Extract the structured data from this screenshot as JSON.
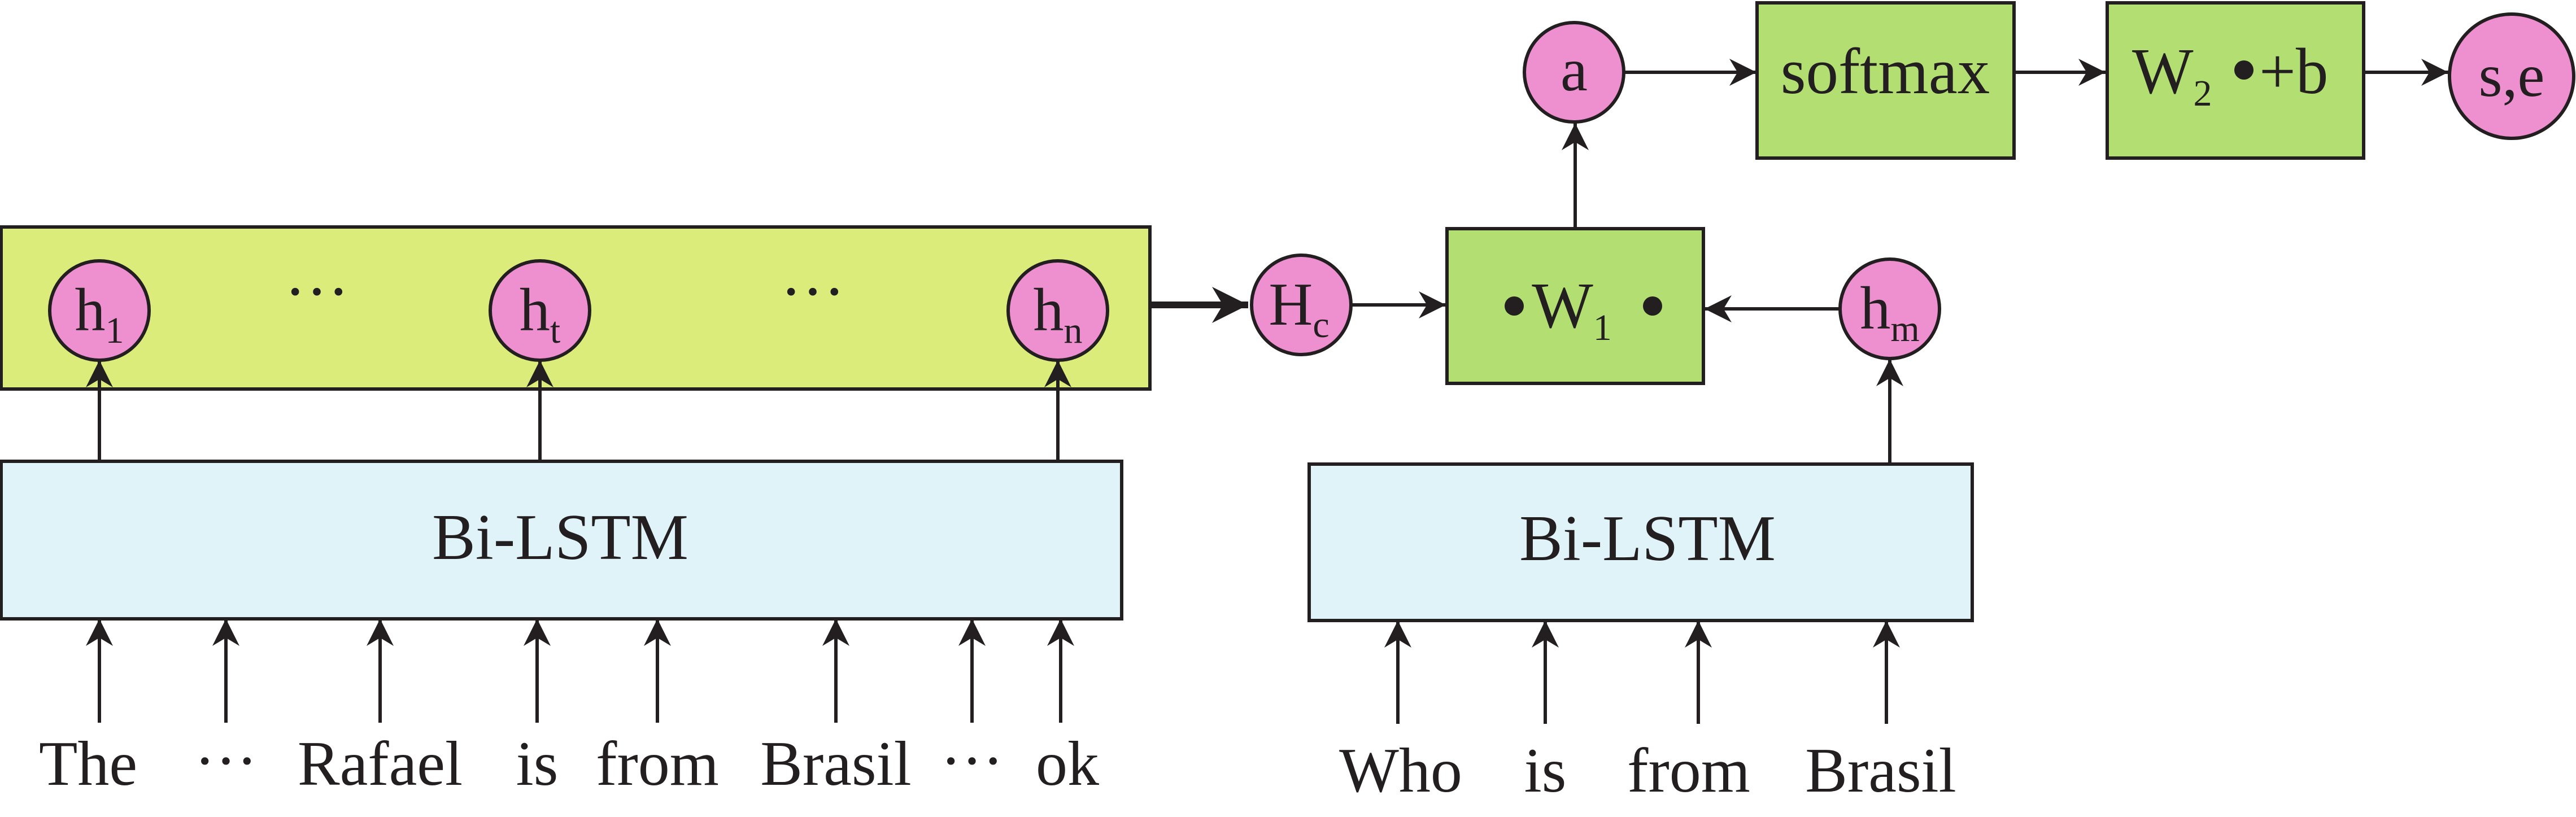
{
  "colors": {
    "hidden_band": "#dbec7a",
    "encoder_box": "#e0f3f9",
    "operation_box": "#b2de72",
    "node": "#ee90d0",
    "stroke": "#231f20"
  },
  "context": {
    "encoder_label": "Bi-LSTM",
    "ellipsis": "···",
    "states": [
      {
        "main": "h",
        "sub": "1"
      },
      {
        "main": "h",
        "sub": "t"
      },
      {
        "main": "h",
        "sub": "n"
      }
    ],
    "tokens": [
      "The",
      "···",
      "Rafael",
      "is",
      "from",
      "Brasil",
      "···",
      "ok"
    ]
  },
  "question": {
    "encoder_label": "Bi-LSTM",
    "state": {
      "main": "h",
      "sub": "m"
    },
    "tokens": [
      "Who",
      "is",
      "from",
      "Brasil"
    ]
  },
  "fusion": {
    "context_vector": {
      "main": "H",
      "sub": "c"
    },
    "bilinear": {
      "main": "W",
      "sub": "1"
    },
    "attention": "a",
    "softmax": "softmax",
    "output_layer": {
      "main": "W",
      "sub": "2",
      "tail": "+b"
    },
    "output": "s,e"
  }
}
